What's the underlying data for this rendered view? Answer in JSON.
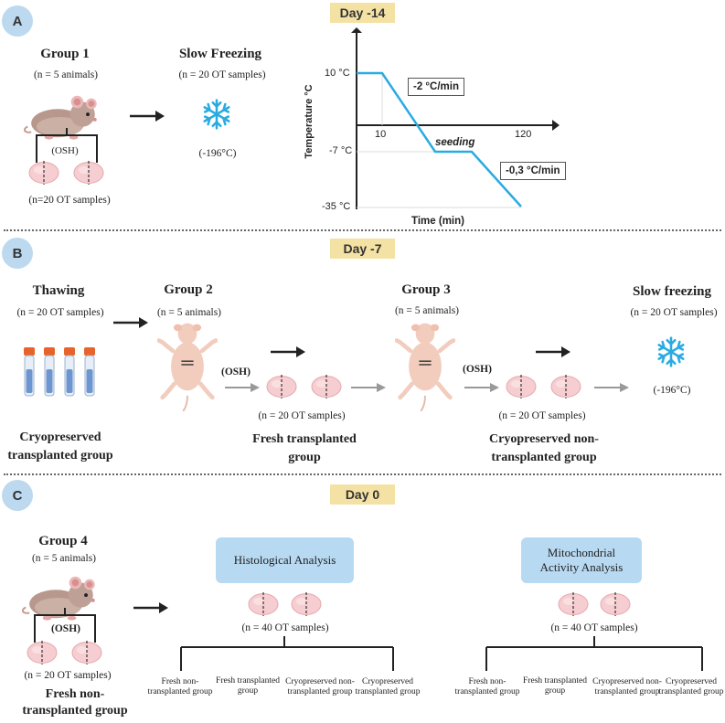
{
  "sectionA": {
    "badge": "A",
    "day": "Day -14",
    "group1_title": "Group 1",
    "group1_count": "(n = 5 animals)",
    "osh": "(OSH)",
    "samples": "(n=20 OT samples)",
    "slow_freezing_title": "Slow Freezing",
    "slow_freezing_count": "(n = 20 OT samples)",
    "temp": "(-196°C)",
    "graph": {
      "ylabel": "Temperature °C",
      "xlabel": "Time (min)",
      "y_ticks": [
        "10 °C",
        "-7 °C",
        "-35 °C"
      ],
      "x_ticks": [
        "10",
        "120"
      ],
      "rate1": "-2 °C/min",
      "rate2": "-0,3 °C/min",
      "seeding": "seeding"
    }
  },
  "sectionB": {
    "badge": "B",
    "day": "Day -7",
    "thawing_title": "Thawing",
    "thawing_count": "(n = 20 OT samples)",
    "group2_title": "Group 2",
    "group2_count": "(n = 5 animals)",
    "osh1": "(OSH)",
    "samples1": "(n = 20 OT samples)",
    "group3_title": "Group 3",
    "group3_count": "(n = 5 animals)",
    "osh2": "(OSH)",
    "samples2": "(n = 20 OT samples)",
    "slow_freezing_title": "Slow freezing",
    "slow_freezing_count": "(n = 20 OT samples)",
    "temp": "(-196°C)",
    "label_cryo_transplanted": "Cryopreserved transplanted group",
    "label_fresh_transplanted": "Fresh transplanted group",
    "label_cryo_non_transplanted": "Cryopreserved non-transplanted group"
  },
  "sectionC": {
    "badge": "C",
    "day": "Day 0",
    "group4_title": "Group 4",
    "group4_count": "(n = 5 animals)",
    "osh": "(OSH)",
    "samples": "(n = 20 OT samples)",
    "label_fresh_non_transplanted": "Fresh non-transplanted group",
    "histo_title": "Histological Analysis",
    "histo_count": "(n = 40 OT samples)",
    "mito_title": "Mitochondrial Activity Analysis",
    "mito_count": "(n = 40 OT samples)",
    "branches": [
      "Fresh non-transplanted group",
      "Fresh transplanted group",
      "Cryopreserved non-transplanted group",
      "Cryopreserved transplanted group"
    ]
  },
  "colors": {
    "badge": "#bcd9ef",
    "day": "#f4e2a4",
    "box": "#b8d9f2",
    "graph_line": "#29abe2",
    "snowflake": "#29abe2",
    "tissue": "#f5c9cc"
  }
}
